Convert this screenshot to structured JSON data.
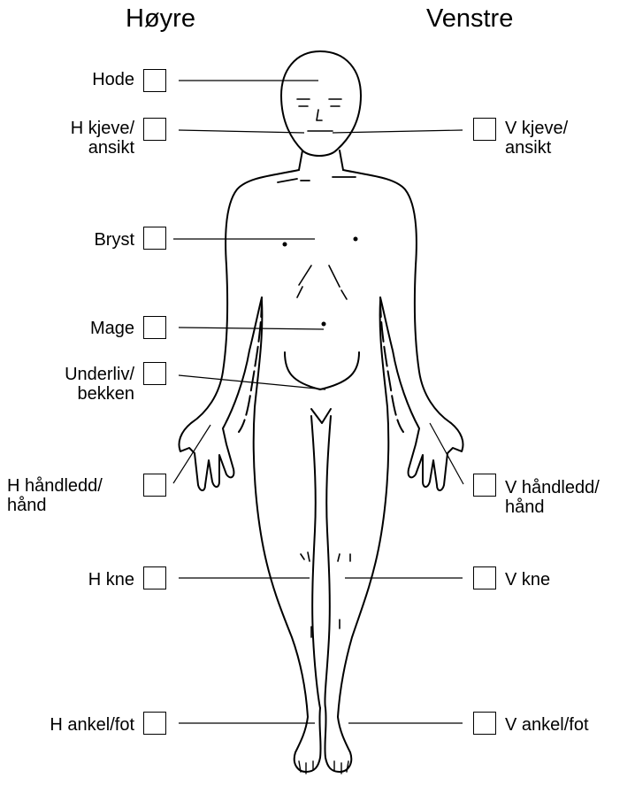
{
  "headers": {
    "right_side": "Høyre",
    "left_side": "Venstre"
  },
  "regions": {
    "hode": "Hode",
    "h_kjeve_1": "H kjeve/",
    "h_kjeve_2": "ansikt",
    "v_kjeve_1": "V kjeve/",
    "v_kjeve_2": "ansikt",
    "bryst": "Bryst",
    "mage": "Mage",
    "underliv_1": "Underliv/",
    "underliv_2": "bekken",
    "h_hand_1": "H håndledd/",
    "h_hand_2": "hånd",
    "v_hand_1": "V håndledd/",
    "v_hand_2": "hånd",
    "h_kne": "H kne",
    "v_kne": "V kne",
    "h_ankel": "H ankel/fot",
    "v_ankel": "V ankel/fot"
  },
  "checkboxes": {
    "hode": false,
    "h_kjeve": false,
    "v_kjeve": false,
    "bryst": false,
    "mage": false,
    "underliv": false,
    "h_hand": false,
    "v_hand": false,
    "h_kne": false,
    "v_kne": false,
    "h_ankel": false,
    "v_ankel": false
  }
}
